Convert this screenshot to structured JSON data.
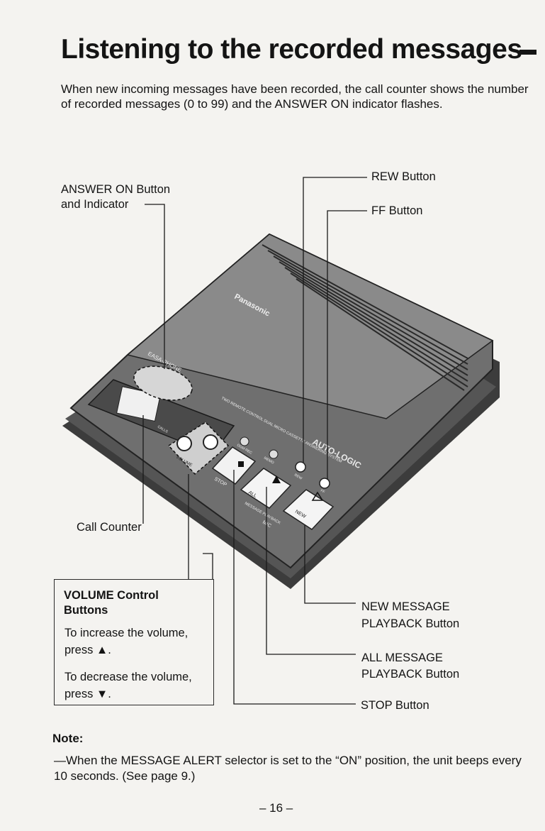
{
  "title": "Listening to the recorded messages",
  "title_dash": "–",
  "intro": "When new incoming messages have been recorded, the call counter shows the number of recorded messages (0 to 99) and the ANSWER ON indicator flashes.",
  "labels": {
    "answer_on_line1": "ANSWER ON Button",
    "answer_on_line2": "and Indicator",
    "rew": "REW Button",
    "ff": "FF Button",
    "call_counter": "Call Counter",
    "new_line1": "NEW MESSAGE",
    "new_line2": "PLAYBACK Button",
    "all_line1": "ALL MESSAGE",
    "all_line2": "PLAYBACK Button",
    "stop": "STOP Button"
  },
  "volume_box": {
    "heading": "VOLUME Control Buttons",
    "increase": "To increase the volume, press ▲.",
    "decrease": "To decrease the volume, press ▼."
  },
  "device": {
    "brand": "Panasonic",
    "easa_phone": "EASA-PHONE",
    "auto_logic": "AUTO-LOGIC",
    "feature_text": "TWO REMOTE CONTROL DUAL MICRO CASSETTE ANSWERING SYSTEM",
    "stop": "STOP",
    "volume": "VOLUME",
    "all": "ALL",
    "new": "NEW",
    "message_playback": "MESSAGE PLAYBACK",
    "memo": "MEMO",
    "rew": "REW",
    "ff": "FF",
    "mic": "MIC",
    "calls": "CALLS",
    "oge_rec": "OGM REC"
  },
  "note": {
    "heading": "Note:",
    "text": "—When the MESSAGE ALERT selector is set to the “ON” position, the unit beeps every 10 seconds. (See page 9.)"
  },
  "page_number": "– 16 –"
}
